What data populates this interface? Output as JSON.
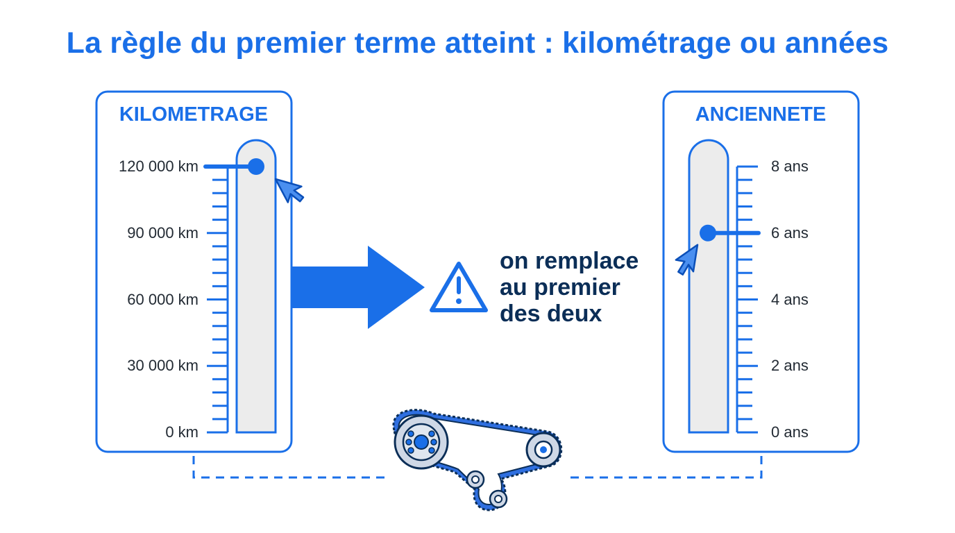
{
  "title": "La règle du premier terme atteint : kilométrage ou années",
  "colors": {
    "accent": "#1a6fe8",
    "dark_text": "#0b2e57",
    "gauge_fill": "#ececec"
  },
  "mileage_gauge": {
    "title": "KILOMETRAGE",
    "scale_labels": [
      "120 000 km",
      "90 000 km",
      "60 000 km",
      "30 000 km",
      "0 km"
    ],
    "scale_max": 120000,
    "marker_value": 120000,
    "unit": "km"
  },
  "age_gauge": {
    "title": "ANCIENNETE",
    "scale_labels": [
      "8 ans",
      "6 ans",
      "4 ans",
      "2 ans",
      "0 ans"
    ],
    "scale_max": 8,
    "marker_value": 6,
    "unit": "ans"
  },
  "message": {
    "lines": [
      "on remplace",
      "au premier",
      "des deux"
    ],
    "icon": "warning-triangle-icon"
  },
  "arrow_icon": "right-arrow-icon",
  "belt_icon": "timing-belt-icon",
  "cursor_icon": "mouse-pointer-icon"
}
